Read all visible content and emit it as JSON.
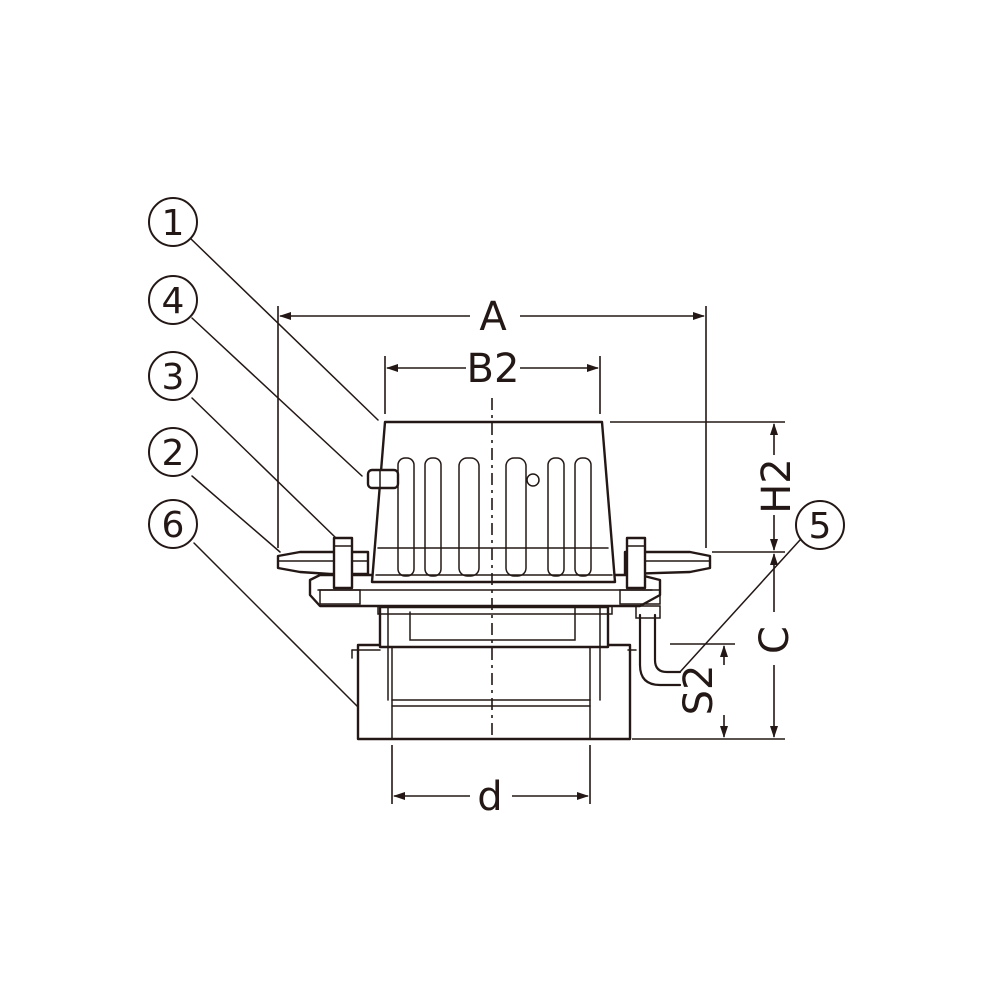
{
  "dimensions": {
    "A": "A",
    "B2": "B2",
    "H2": "H2",
    "C": "C",
    "S2": "S2",
    "d": "d"
  },
  "callouts": [
    "1",
    "4",
    "3",
    "2",
    "6",
    "5"
  ],
  "colors": {
    "line": "#231815",
    "background": "#ffffff"
  }
}
